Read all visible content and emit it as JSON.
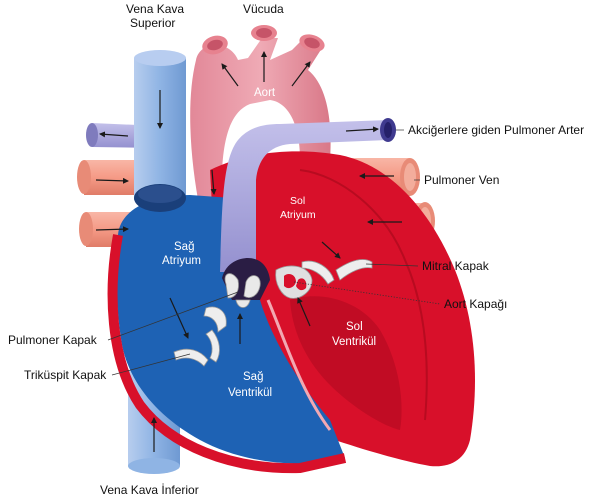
{
  "labels": {
    "vena_kava_superior_line1": "Vena Kava",
    "vena_kava_superior_line2": "Superior",
    "vucuda": "Vücuda",
    "aort": "Aort",
    "akcigerlere_pulmoner_arter": "Akciğerlere giden Pulmoner Arter",
    "pulmoner_ven": "Pulmoner Ven",
    "sol_atriyum_line1": "Sol",
    "sol_atriyum_line2": "Atriyum",
    "sag_atriyum_line1": "Sağ",
    "sag_atriyum_line2": "Atriyum",
    "mitral_kapak": "Mitral Kapak",
    "aort_kapagi": "Aort Kapağı",
    "sol_ventrikul_line1": "Sol",
    "sol_ventrikul_line2": "Ventrikül",
    "pulmoner_kapak": "Pulmoner Kapak",
    "sag_ventrikul_line1": "Sağ",
    "sag_ventrikul_line2": "Ventrikül",
    "trikuspit_kapak": "Triküspit Kapak",
    "vena_kava_inferior": "Vena Kava İnferior"
  },
  "colors": {
    "oxygenated_red": "#d8102a",
    "aorta_pink": "#eba0ac",
    "pulmonary_vein_salmon": "#f59a86",
    "deoxygenated_blue": "#1e62b4",
    "vena_cava_lightblue": "#8fb4e4",
    "pulmonary_artery_lavender": "#aaa6dc",
    "valve_white": "#e9e9e9"
  }
}
